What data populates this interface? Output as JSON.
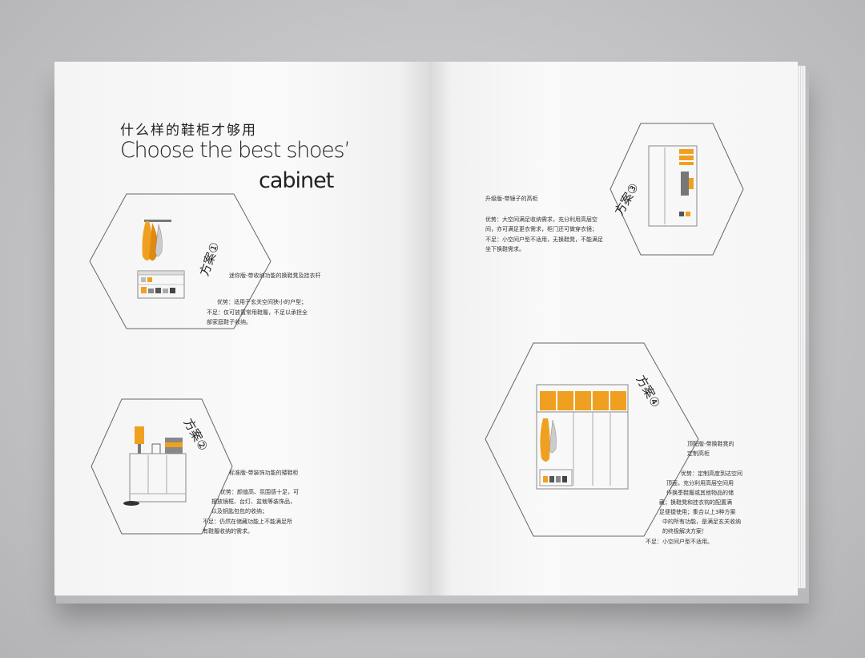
{
  "spread": {
    "title_cn": "什么样的鞋柜才够用",
    "title_en_line1": "Choose the best shoes’",
    "title_en_line2": "cabinet"
  },
  "plan1": {
    "label": "方案①",
    "name": "迷你版-带收纳功能的换鞋凳及挂衣杆",
    "pros": "优势：适用于玄关空间狭小的户型；",
    "cons_1": "不足：仅可放置常用鞋履，不足以承担全",
    "cons_2": "部家庭鞋子收纳。"
  },
  "plan2": {
    "label": "方案②",
    "name": "标准版-带装饰功能的矮鞋柜",
    "pros_1": "优势：颜值高、氛围感十足，可",
    "pros_2": "摆放镜框、台灯、盆栽等装饰品，",
    "pros_3": "以及钥匙包包的收纳；",
    "cons_1": "不足：仍然在储藏功能上不能满足所",
    "cons_2": "有鞋履收纳的需求。"
  },
  "plan3": {
    "label": "方案③",
    "name": "升级版-带镜子的高柜",
    "pros_1": "优势：大空间满足收纳需求，充分利用高层空",
    "pros_2": "间，亦可满足更衣需求，柜门还可做穿衣镜；",
    "cons_1": "不足：小空间户型不适用，无换鞋凳，不能满足",
    "cons_2": "坐下换鞋需求。"
  },
  "plan4": {
    "label": "方案④",
    "name_1": "顶配版-带换鞋凳的",
    "name_2": "定制高柜",
    "pros_1": "优势：定制高度到达空间",
    "pros_2": "顶面，充分利用高层空间用",
    "pros_3": "作换季鞋履或其他物品的储",
    "pros_4": "藏；换鞋凳和挂衣钩的配置满",
    "pros_5": "足便捷使用；集合以上3种方案",
    "pros_6": "中的所有功能，是满足玄关收纳",
    "pros_7": "的终极解决方案！",
    "cons": "不足：小空间户型不适用。"
  },
  "colors": {
    "accent": "#f0a020",
    "line": "#555555"
  }
}
